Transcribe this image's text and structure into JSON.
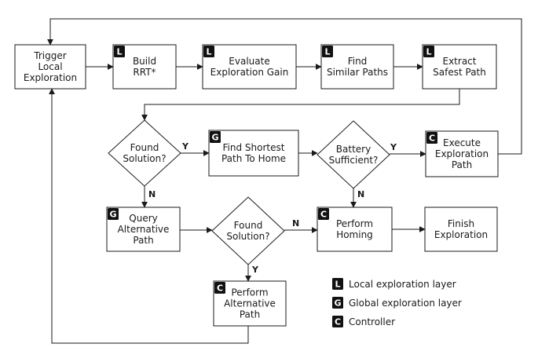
{
  "nodes": [
    {
      "id": "trigger",
      "shape": "box",
      "badge": "",
      "lines": [
        "Trigger",
        "Local",
        "Exploration"
      ]
    },
    {
      "id": "build-rrt",
      "shape": "box",
      "badge": "L",
      "lines": [
        "Build",
        "RRT*"
      ]
    },
    {
      "id": "evaluate-gain",
      "shape": "box",
      "badge": "L",
      "lines": [
        "Evaluate",
        "Exploration Gain"
      ]
    },
    {
      "id": "find-similar",
      "shape": "box",
      "badge": "L",
      "lines": [
        "Find",
        "Similar Paths"
      ]
    },
    {
      "id": "extract-safest",
      "shape": "box",
      "badge": "L",
      "lines": [
        "Extract",
        "Safest Path"
      ]
    },
    {
      "id": "found-solution-1",
      "shape": "diamond",
      "badge": "",
      "lines": [
        "Found",
        "Solution?"
      ]
    },
    {
      "id": "find-shortest",
      "shape": "box",
      "badge": "G",
      "lines": [
        "Find Shortest",
        "Path To Home"
      ]
    },
    {
      "id": "battery",
      "shape": "diamond",
      "badge": "",
      "lines": [
        "Battery",
        "Sufficient?"
      ]
    },
    {
      "id": "execute",
      "shape": "box",
      "badge": "C",
      "lines": [
        "Execute",
        "Exploration",
        "Path"
      ]
    },
    {
      "id": "query-alt",
      "shape": "box",
      "badge": "G",
      "lines": [
        "Query",
        "Alternative",
        "Path"
      ]
    },
    {
      "id": "found-solution-2",
      "shape": "diamond",
      "badge": "",
      "lines": [
        "Found",
        "Solution?"
      ]
    },
    {
      "id": "homing",
      "shape": "box",
      "badge": "C",
      "lines": [
        "Perform",
        "Homing"
      ]
    },
    {
      "id": "finish",
      "shape": "box",
      "badge": "",
      "lines": [
        "Finish",
        "Exploration"
      ]
    },
    {
      "id": "perform-alt",
      "shape": "box",
      "badge": "C",
      "lines": [
        "Perform",
        "Alternative",
        "Path"
      ]
    }
  ],
  "edges": [
    {
      "from": "trigger",
      "to": "build-rrt",
      "label": ""
    },
    {
      "from": "build-rrt",
      "to": "evaluate-gain",
      "label": ""
    },
    {
      "from": "evaluate-gain",
      "to": "find-similar",
      "label": ""
    },
    {
      "from": "find-similar",
      "to": "extract-safest",
      "label": ""
    },
    {
      "from": "extract-safest",
      "to": "found-solution-1",
      "label": ""
    },
    {
      "from": "found-solution-1",
      "to": "find-shortest",
      "label": "Y"
    },
    {
      "from": "found-solution-1",
      "to": "query-alt",
      "label": "N"
    },
    {
      "from": "find-shortest",
      "to": "battery",
      "label": ""
    },
    {
      "from": "battery",
      "to": "execute",
      "label": "Y"
    },
    {
      "from": "battery",
      "to": "homing",
      "label": "N"
    },
    {
      "from": "execute",
      "to": "trigger",
      "label": ""
    },
    {
      "from": "query-alt",
      "to": "found-solution-2",
      "label": ""
    },
    {
      "from": "found-solution-2",
      "to": "homing",
      "label": "N"
    },
    {
      "from": "found-solution-2",
      "to": "perform-alt",
      "label": "Y"
    },
    {
      "from": "homing",
      "to": "finish",
      "label": ""
    },
    {
      "from": "perform-alt",
      "to": "trigger",
      "label": ""
    }
  ],
  "legend": [
    {
      "badge": "L",
      "label": "Local exploration layer"
    },
    {
      "badge": "G",
      "label": "Global exploration layer"
    },
    {
      "badge": "C",
      "label": "Controller"
    }
  ]
}
